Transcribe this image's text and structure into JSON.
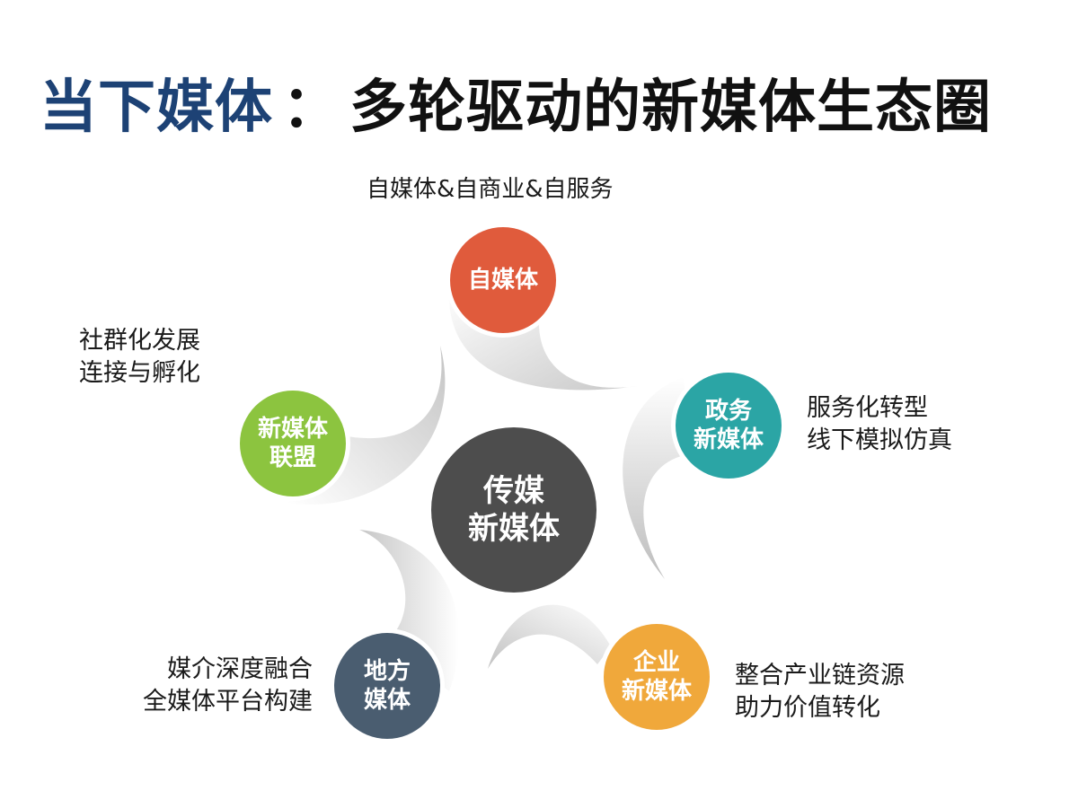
{
  "title": {
    "part_a": "当下媒体",
    "colon": "：",
    "part_b": "多轮驱动的新媒体生态圈"
  },
  "subtitle": "自媒体&自商业&自服务",
  "center": {
    "line1": "传媒",
    "line2": "新媒体",
    "color": "#4d4d4d"
  },
  "nodes": [
    {
      "id": "self-media",
      "line1": "自媒体",
      "line2": "",
      "color": "#e05b3c"
    },
    {
      "id": "gov-media",
      "line1": "政务",
      "line2": "新媒体",
      "color": "#2ba5a5"
    },
    {
      "id": "alliance",
      "line1": "新媒体",
      "line2": "联盟",
      "color": "#8cc43f"
    },
    {
      "id": "local-media",
      "line1": "地方",
      "line2": "媒体",
      "color": "#4a5d70"
    },
    {
      "id": "enterprise-media",
      "line1": "企业",
      "line2": "新媒体",
      "color": "#f0a83b"
    }
  ],
  "descriptions": {
    "alliance": {
      "line1": "社群化发展",
      "line2": "连接与孵化"
    },
    "gov": {
      "line1": "服务化转型",
      "line2": "线下模拟仿真"
    },
    "local": {
      "line1": "媒介深度融合",
      "line2": "全媒体平台构建"
    },
    "enterprise": {
      "line1": "整合产业链资源",
      "line2": "助力价值转化"
    }
  }
}
